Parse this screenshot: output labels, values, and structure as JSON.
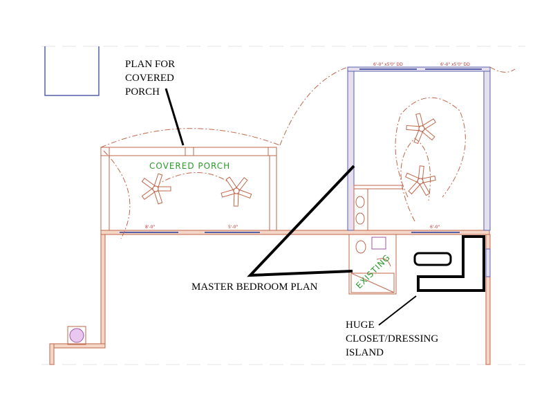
{
  "annotations": {
    "porch_plan": [
      "PLAN FOR",
      "COVERED",
      "PORCH"
    ],
    "master_bedroom": "MASTER BEDROOM PLAN",
    "closet": [
      "HUGE",
      "CLOSET/DRESSING",
      "ISLAND"
    ]
  },
  "room_labels": {
    "covered_porch": "COVERED PORCH",
    "existing": "EXISTING"
  },
  "dimensions": {
    "porch_window_1": "8'-0\"",
    "porch_window_2": "5'-0\"",
    "bedroom_window_1": "6'-0\" x5'0\" DD",
    "bedroom_window_2": "6'-0\" x5'0\" DD",
    "closet_window": "6'-0\""
  },
  "colors": {
    "wall": "#c0664a",
    "window": "#5560a8",
    "label_green": "#2a9a2a"
  }
}
